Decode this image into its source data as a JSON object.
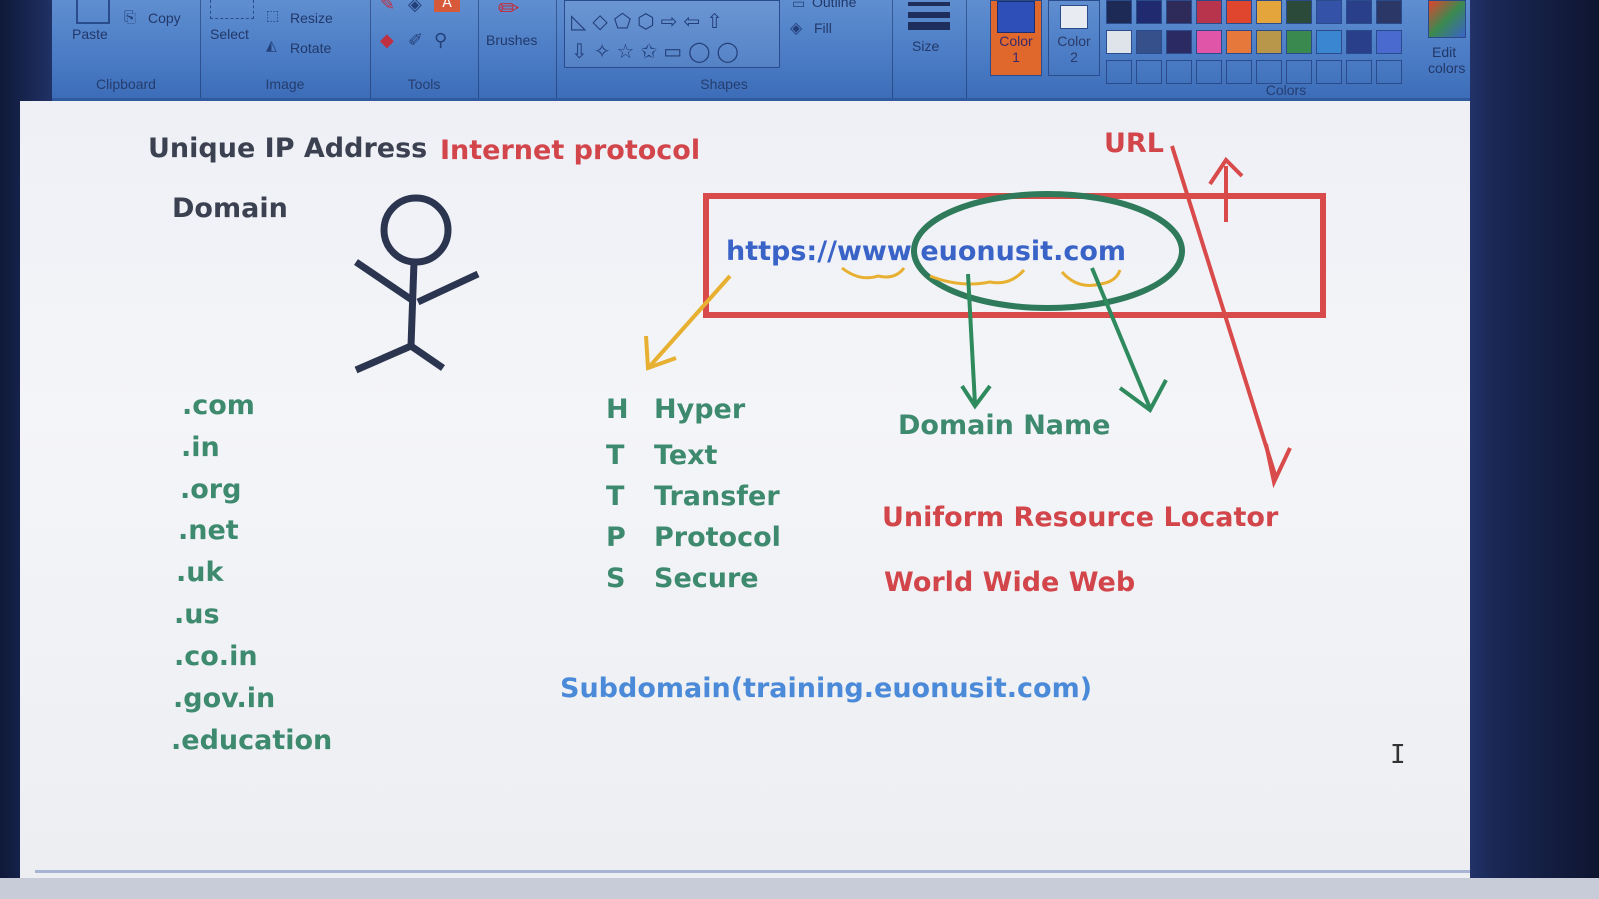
{
  "ribbon": {
    "clipboard": {
      "label": "Clipboard",
      "paste": "Paste",
      "copy": "Copy"
    },
    "image": {
      "label": "Image",
      "select": "Select",
      "resize": "Resize",
      "rotate": "Rotate"
    },
    "tools": {
      "label": "Tools"
    },
    "brushes": {
      "label": "Brushes"
    },
    "shapes": {
      "label": "Shapes",
      "outline": "Outline",
      "fill": "Fill"
    },
    "size": {
      "label": "Size"
    },
    "color1": {
      "label": "Color",
      "num": "1"
    },
    "color2": {
      "label": "Color",
      "num": "2"
    },
    "colors": {
      "label": "Colors",
      "edit": "Edit",
      "edit2": "colors"
    }
  },
  "palette": [
    [
      "#1c2a55",
      "#1f2b6e",
      "#2e2a5a",
      "#b8344c",
      "#e0452e",
      "#e3a53c",
      "#2c4a3a",
      "#3352a8",
      "#2a3f8a",
      "#2b3766"
    ],
    [
      "#dfe3ea",
      "#35508a",
      "#2c2a62",
      "#e055a8",
      "#e5783a",
      "#b8974a",
      "#3a8a50",
      "#3a86d0",
      "#2a3f8a",
      "#4a6ad0"
    ]
  ],
  "canvas": {
    "title1": "Unique IP Address",
    "title2": "Internet protocol",
    "domain_heading": "Domain",
    "url_label": "URL",
    "url_text": "https://www.euonusit.com",
    "tlds": [
      ".com",
      ".in",
      ".org",
      ".net",
      ".uk",
      ".us",
      ".co.in",
      ".gov.in",
      ".education"
    ],
    "http": [
      {
        "letter": "H",
        "word": "Hyper"
      },
      {
        "letter": "T",
        "word": "Text"
      },
      {
        "letter": "T",
        "word": "Transfer"
      },
      {
        "letter": "P",
        "word": "Protocol"
      },
      {
        "letter": "S",
        "word": "Secure"
      }
    ],
    "domain_name": "Domain Name",
    "url_full": "Uniform  Resource Locator",
    "www_full": "World Wide Web",
    "subdomain": "Subdomain(training.euonusit.com)"
  }
}
